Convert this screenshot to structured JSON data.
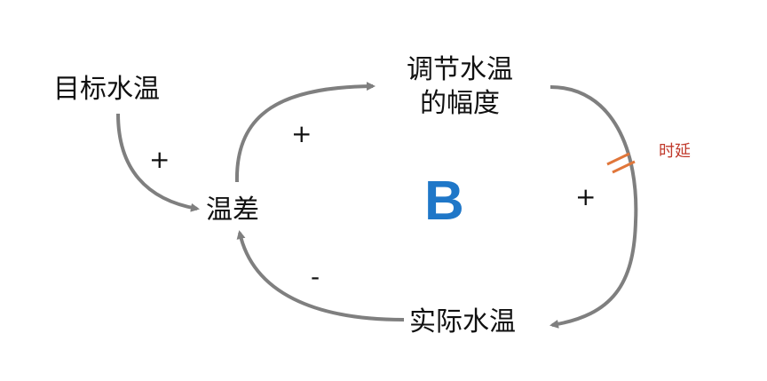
{
  "nodes": {
    "target_temp": "目标水温",
    "temp_diff": "温差",
    "adjust_line1": "调节水温",
    "adjust_line2": "的幅度",
    "actual_temp": "实际水温"
  },
  "polarities": {
    "target_to_diff": "+",
    "diff_to_adjust": "+",
    "adjust_to_actual": "+",
    "actual_to_diff": "-"
  },
  "loop_label": "B",
  "delay_label": "时延",
  "colors": {
    "arrow": "#7f7f7f",
    "loop_label": "#1f77c8",
    "delay_mark": "#e0763a",
    "delay_text": "#c0392b",
    "text": "#111111"
  }
}
